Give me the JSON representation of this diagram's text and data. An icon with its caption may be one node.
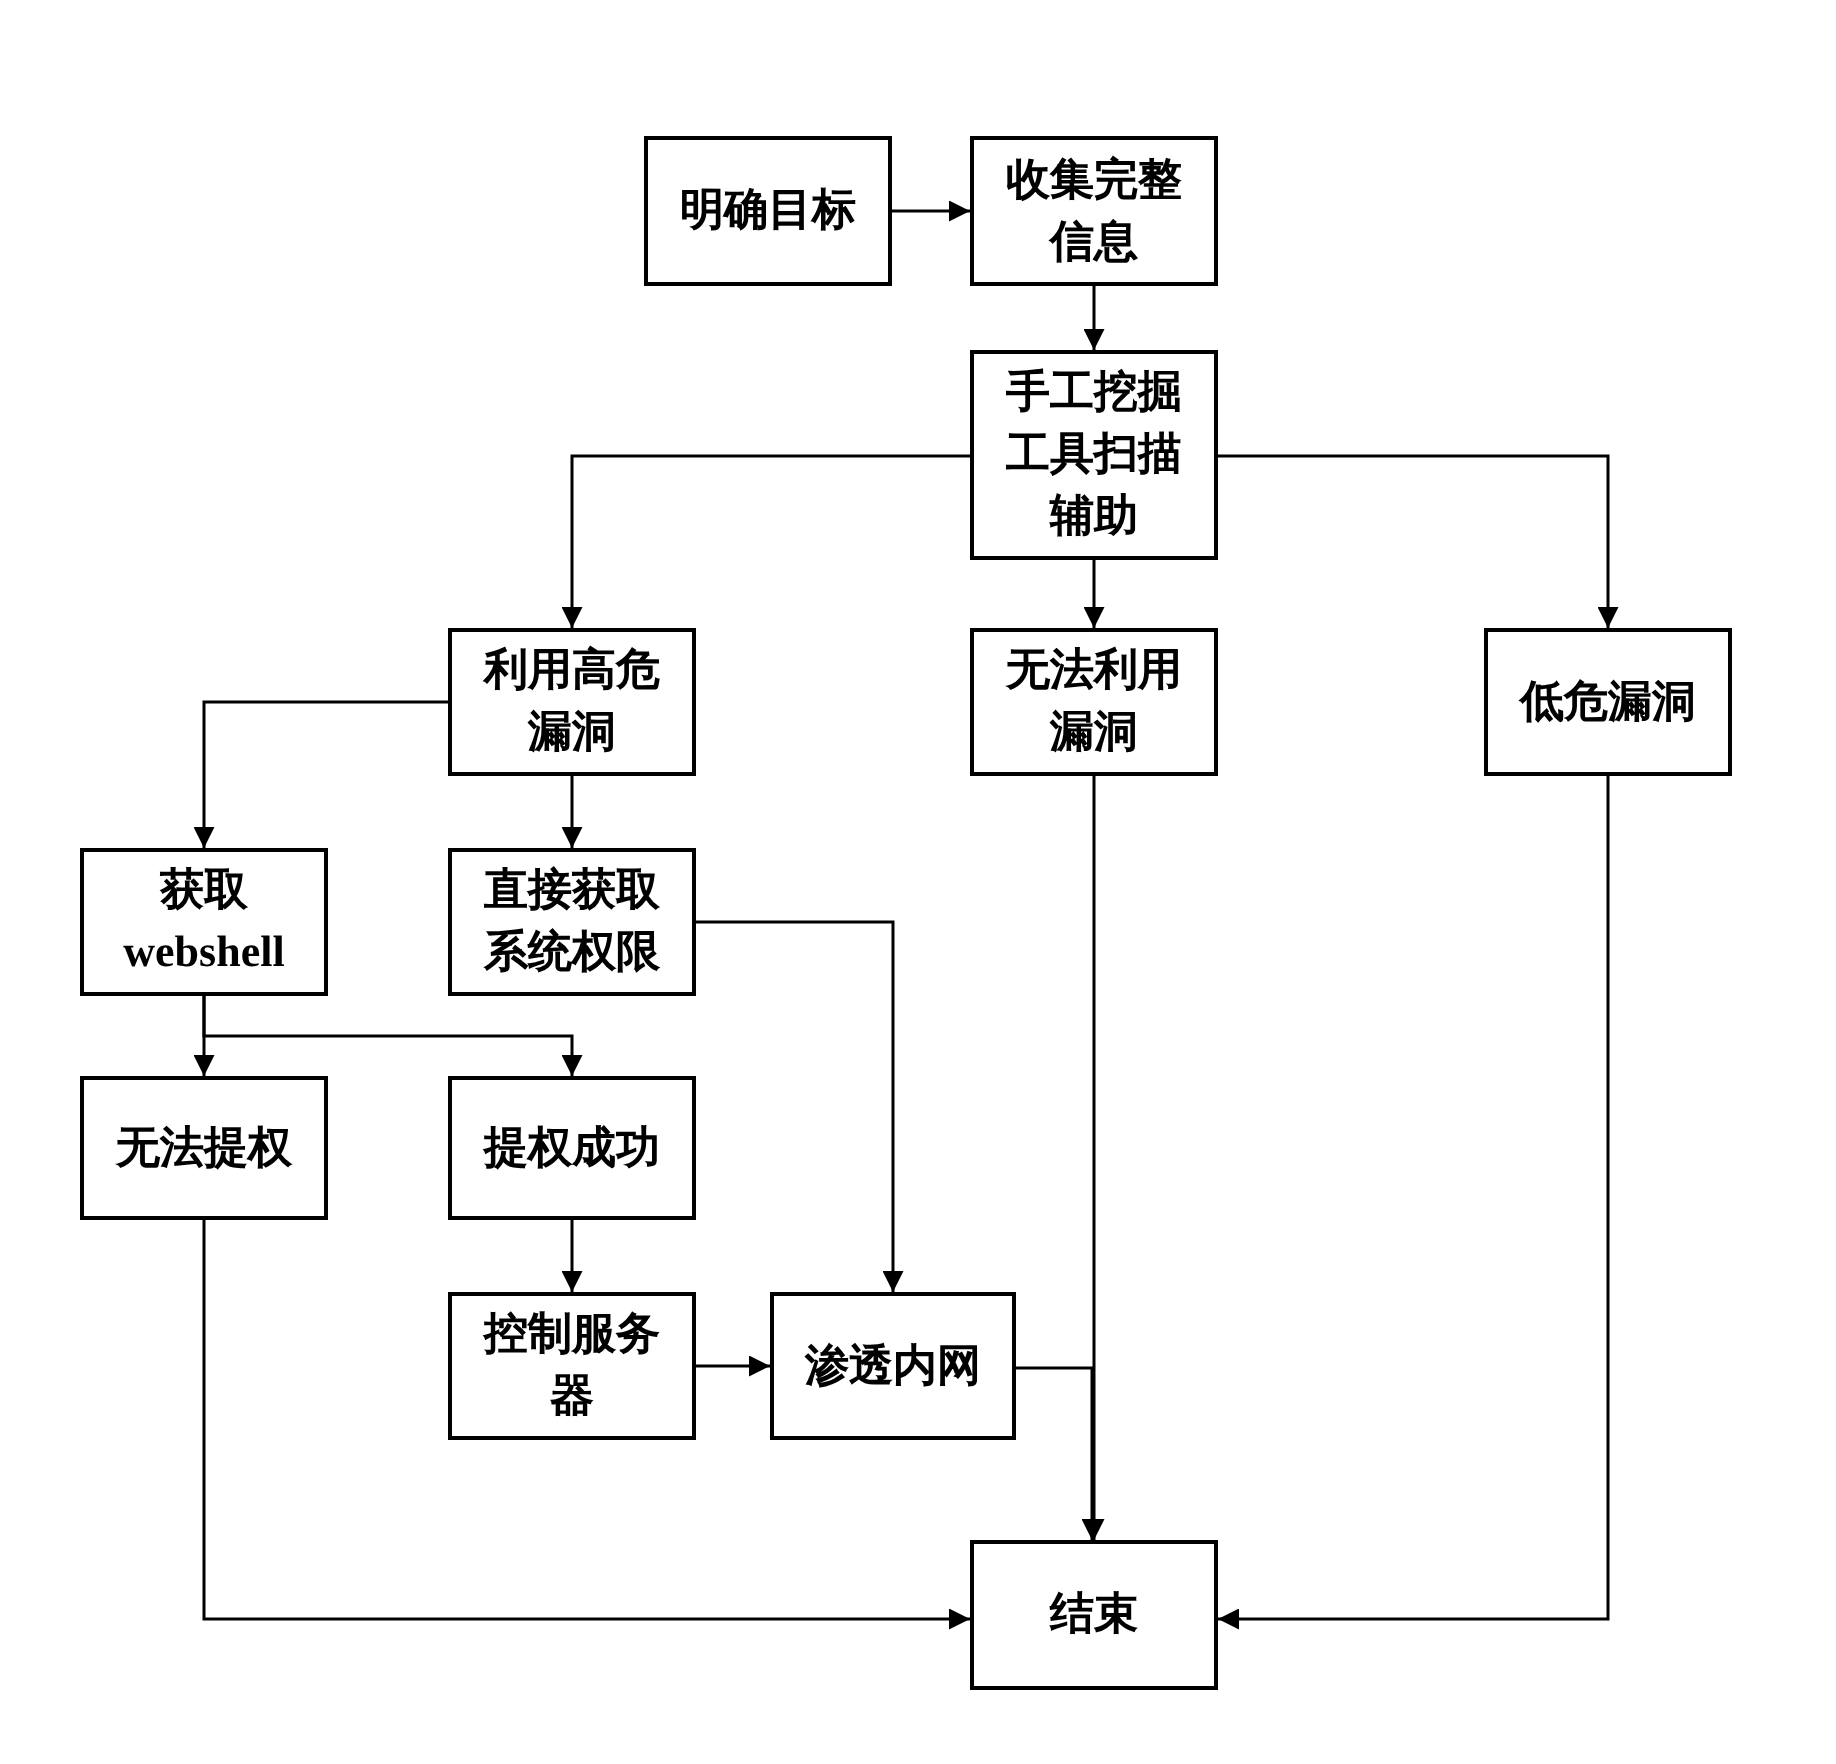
{
  "diagram": {
    "nodes": [
      {
        "text": [
          "明确目标"
        ]
      },
      {
        "text": [
          "收集完整信息"
        ]
      },
      {
        "text": [
          "手工挖掘工具扫描辅助"
        ]
      },
      {
        "text": [
          "利用高危漏洞"
        ]
      },
      {
        "text": [
          "无法利用漏洞"
        ]
      },
      {
        "text": [
          "低危漏洞"
        ]
      },
      {
        "text": [
          "获取 webshell"
        ]
      },
      {
        "text": [
          "直接获取系统权限"
        ]
      },
      {
        "text": [
          "无法提权"
        ]
      },
      {
        "text": [
          "提权成功"
        ]
      },
      {
        "text": [
          "控制服务器"
        ]
      },
      {
        "text": [
          "渗透内网"
        ]
      },
      {
        "text": [
          "结束"
        ]
      }
    ],
    "edges": [
      {
        "from": 0,
        "to": 1,
        "arrow": "to"
      },
      {
        "from": 1,
        "to": 2,
        "arrow": "to"
      },
      {
        "from": 2,
        "to": 3,
        "arrow": "to"
      },
      {
        "from": 2,
        "to": 4,
        "arrow": "to"
      },
      {
        "from": 2,
        "to": 5,
        "arrow": "to"
      },
      {
        "from": 3,
        "to": 6,
        "arrow": "to"
      },
      {
        "from": 3,
        "to": 7,
        "arrow": "to"
      },
      {
        "from": 6,
        "to": 8,
        "arrow": "to"
      },
      {
        "from": 6,
        "to": 9,
        "arrow": "to"
      },
      {
        "from": 9,
        "to": 10,
        "arrow": "to"
      },
      {
        "from": 10,
        "to": 11,
        "arrow": "to"
      },
      {
        "from": 7,
        "to": 11,
        "arrow": "to"
      },
      {
        "from": 4,
        "to": 12,
        "arrow": "to"
      },
      {
        "from": 11,
        "to": 12,
        "arrow": "to"
      },
      {
        "from": 8,
        "to": 12,
        "arrow": "to"
      },
      {
        "from": 5,
        "to": 12,
        "arrow": "to"
      }
    ]
  }
}
